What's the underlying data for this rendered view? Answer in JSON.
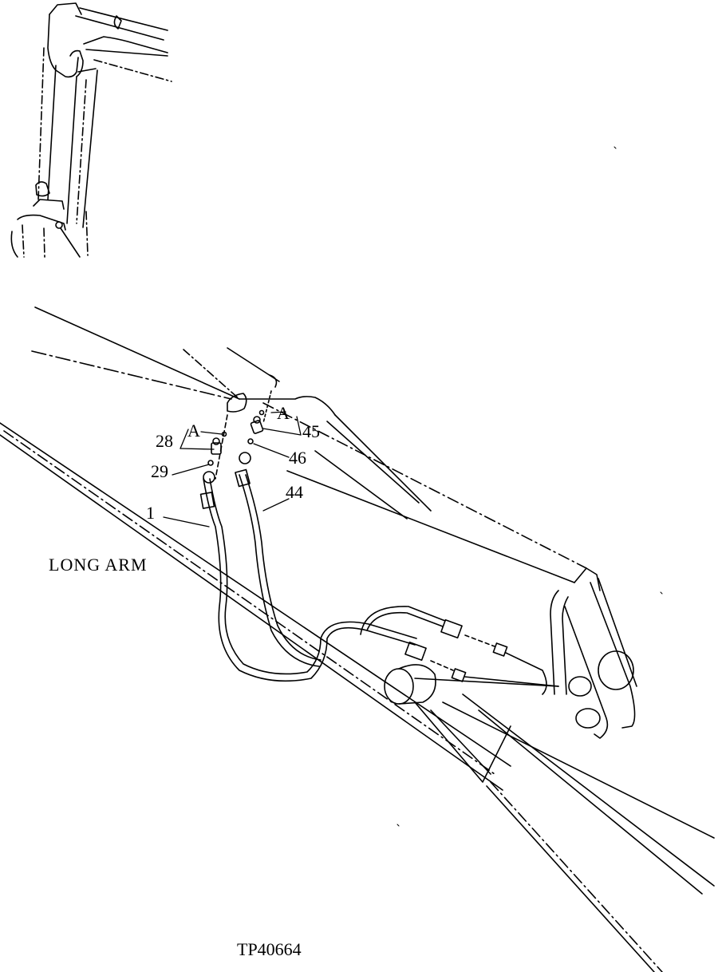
{
  "diagram": {
    "type": "exploded-parts-view",
    "subject": "Long arm hydraulic hose routing",
    "caption": "LONG ARM",
    "figure_id": "TP40664",
    "inset": "overview of boom and arm (upper-left)",
    "line_color": "#000000",
    "background": "#ffffff"
  },
  "callouts": [
    {
      "id": "c1",
      "text": "1",
      "target": "hose-1"
    },
    {
      "id": "c44",
      "text": "44",
      "target": "hose-44"
    },
    {
      "id": "c28",
      "text": "28",
      "target": "fitting-28"
    },
    {
      "id": "c29",
      "text": "29",
      "target": "o-ring-29"
    },
    {
      "id": "c45",
      "text": "45",
      "target": "fitting-45"
    },
    {
      "id": "c46",
      "text": "46",
      "target": "o-ring-46"
    },
    {
      "id": "cA1",
      "text": "A",
      "target": "view-a-left"
    },
    {
      "id": "cA2",
      "text": "A",
      "target": "view-a-right"
    }
  ]
}
